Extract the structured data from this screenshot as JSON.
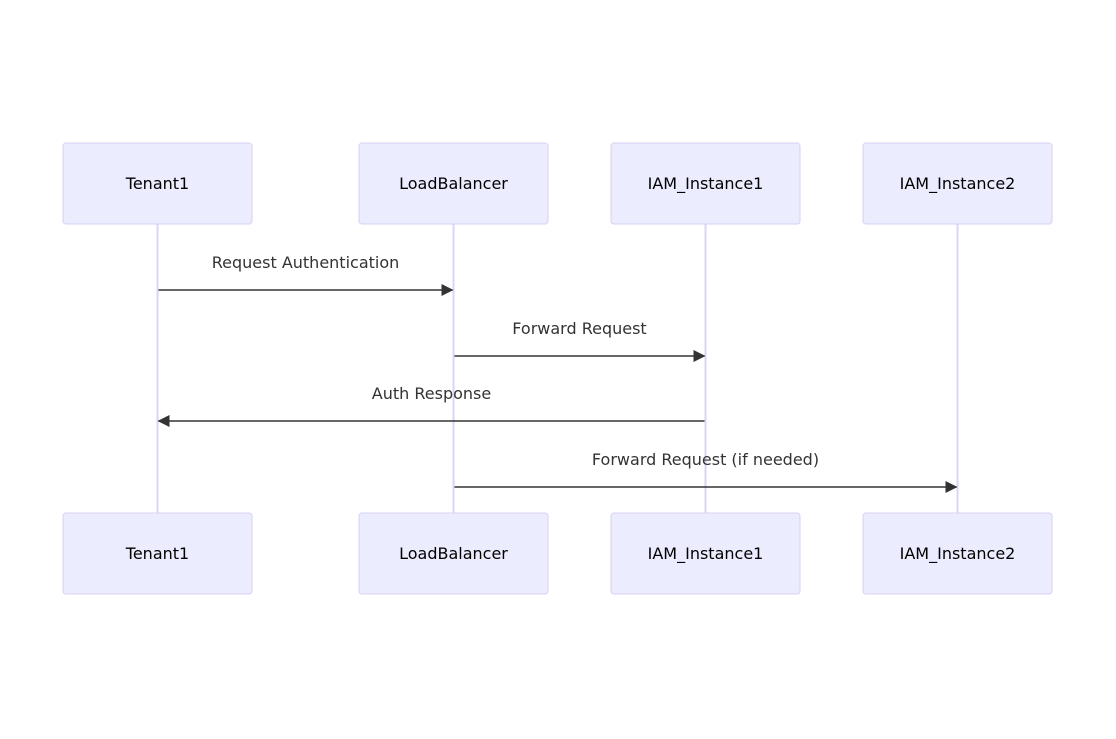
{
  "diagram": {
    "type": "sequence",
    "participants": [
      {
        "id": "Tenant1",
        "label": "Tenant1"
      },
      {
        "id": "LoadBalancer",
        "label": "LoadBalancer"
      },
      {
        "id": "IAM_Instance1",
        "label": "IAM_Instance1"
      },
      {
        "id": "IAM_Instance2",
        "label": "IAM_Instance2"
      }
    ],
    "messages": [
      {
        "from": 0,
        "to": 1,
        "label": "Request Authentication"
      },
      {
        "from": 1,
        "to": 2,
        "label": "Forward Request"
      },
      {
        "from": 2,
        "to": 0,
        "label": "Auth Response"
      },
      {
        "from": 1,
        "to": 3,
        "label": "Forward Request (if needed)"
      }
    ],
    "colors": {
      "actor_fill": "#ECECFF",
      "actor_stroke": "#D9D1F3",
      "lifeline": "#DCD3F5",
      "message": "#333333"
    }
  }
}
